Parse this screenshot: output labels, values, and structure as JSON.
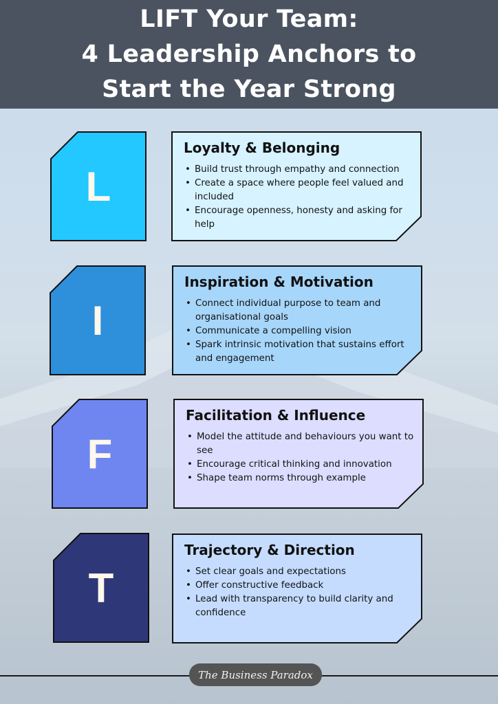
{
  "header": {
    "title_lines": [
      "LIFT Your Team:",
      "4 Leadership Anchors to",
      "Start the Year Strong"
    ]
  },
  "anchors": [
    {
      "letter": "L",
      "title": "Loyalty & Belonging",
      "color": "#22c8ff",
      "card_color": "#d6f3ff",
      "bullets": [
        "Build trust through empathy and connection",
        "Create a space where people feel valued and included",
        "Encourage openness, honesty and asking for help"
      ]
    },
    {
      "letter": "I",
      "title": "Inspiration & Motivation",
      "color": "#2e8fdb",
      "card_color": "#a7d6fb",
      "bullets": [
        "Connect individual purpose to team and organisational goals",
        "Communicate a compelling vision",
        "Spark intrinsic motivation that sustains effort and engagement"
      ]
    },
    {
      "letter": "F",
      "title": "Facilitation & Influence",
      "color": "#6f86f0",
      "card_color": "#dcddff",
      "bullets": [
        "Model the attitude and behaviours you want to see",
        "Encourage critical thinking and innovation",
        "Shape team norms through example"
      ]
    },
    {
      "letter": "T",
      "title": "Trajectory & Direction",
      "color": "#2e3878",
      "card_color": "#c5dcff",
      "bullets": [
        "Set clear goals and expectations",
        "Offer constructive feedback",
        "Lead with transparency to build clarity and confidence"
      ]
    }
  ],
  "footer": {
    "brand": "The Business Paradox"
  }
}
